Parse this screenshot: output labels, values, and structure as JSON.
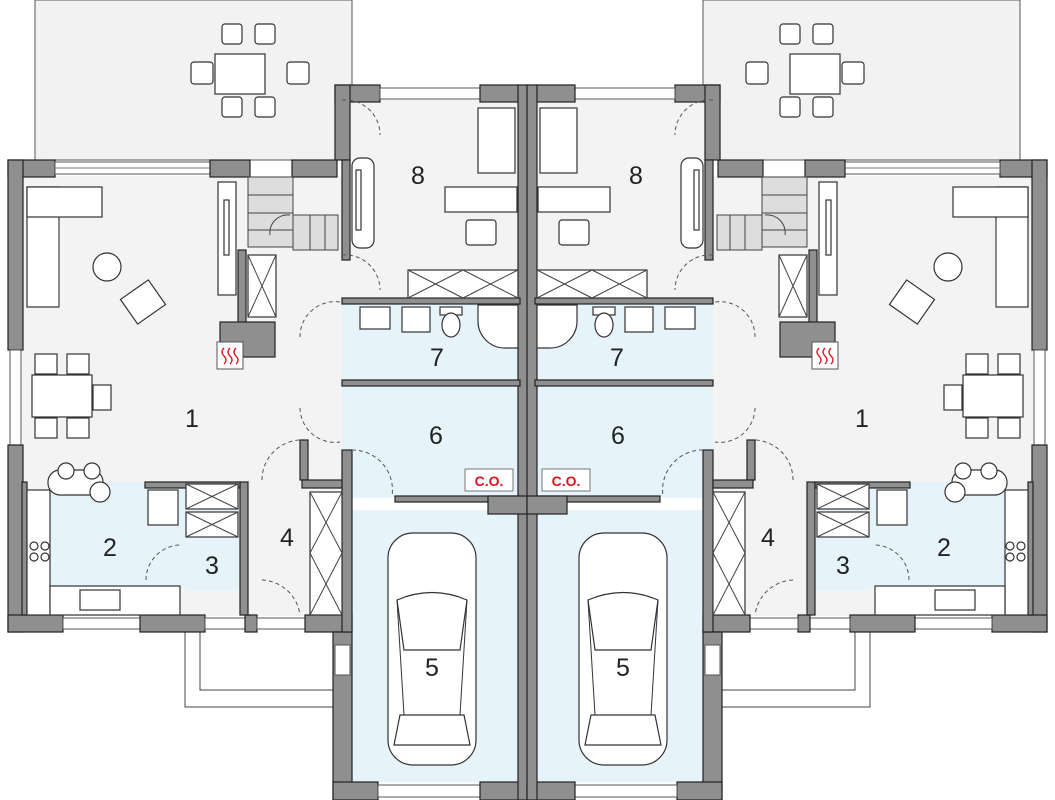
{
  "plan": {
    "left_unit": {
      "rooms": {
        "r1": "1",
        "r2": "2",
        "r3": "3",
        "r4": "4",
        "r5": "5",
        "r6": "6",
        "r7": "7",
        "r8": "8"
      },
      "boiler_label": "C.O."
    },
    "right_unit": {
      "rooms": {
        "r1": "1",
        "r2": "2",
        "r3": "3",
        "r4": "4",
        "r5": "5",
        "r6": "6",
        "r7": "7",
        "r8": "8"
      },
      "boiler_label": "C.O."
    },
    "colors": {
      "wall": "#8f8f8f",
      "floor": "#f3f3f3",
      "wet_room_floor": "#e6f3fb",
      "boiler_text": "#e0101e",
      "fireplace_symbol": "#e0101e"
    },
    "icons": [
      "fireplace-icon",
      "car-icon",
      "sofa-icon",
      "dining-table-icon",
      "kitchen-sink-icon",
      "stove-icon",
      "toilet-icon",
      "shower-icon",
      "staircase-icon",
      "tv-icon"
    ]
  }
}
